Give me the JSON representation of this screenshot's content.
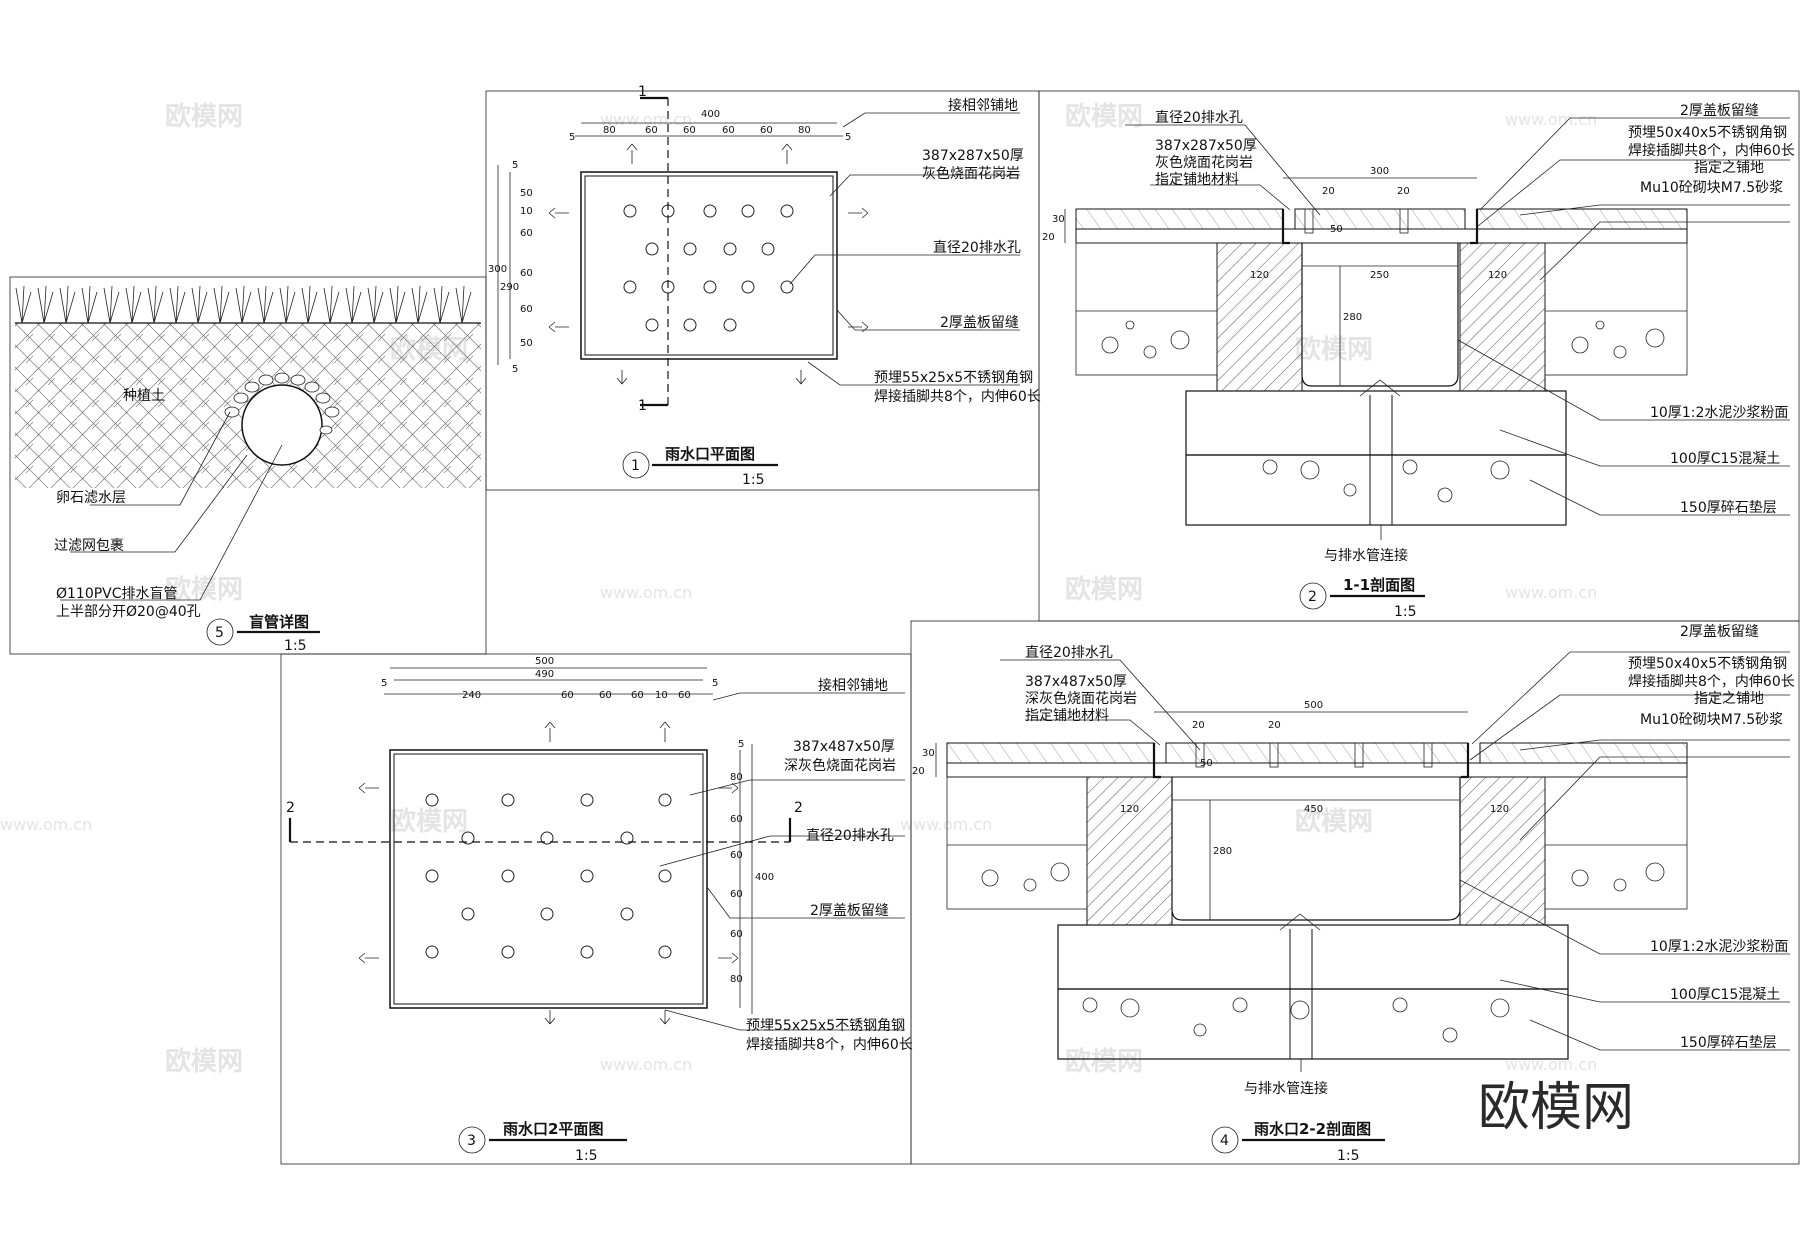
{
  "watermark": {
    "brand": "欧模网",
    "site": "www.om.cn",
    "corner": "欧模网"
  },
  "detail1": {
    "number": "1",
    "title": "雨水口平面图",
    "scale": "1:5",
    "section_mark": "1",
    "dims_top": [
      "400",
      "5",
      "80",
      "60",
      "60",
      "60",
      "60",
      "80",
      "5"
    ],
    "dims_left": [
      "5",
      "50",
      "10",
      "60",
      "60",
      "60",
      "50",
      "5",
      "300",
      "290"
    ],
    "labels": [
      "接相邻铺地",
      "387x287x50厚",
      "灰色烧面花岗岩",
      "直径20排水孔",
      "2厚盖板留缝",
      "预埋55x25x5不锈钢角钢",
      "焊接插脚共8个，内伸60长"
    ]
  },
  "detail2": {
    "number": "2",
    "title": "1-1剖面图",
    "scale": "1:5",
    "dims": [
      "300",
      "20",
      "20",
      "50",
      "20",
      "30",
      "120",
      "250",
      "120",
      "280"
    ],
    "labels_left": [
      "直径20排水孔",
      "387x287x50厚",
      "灰色烧面花岗岩",
      "指定铺地材料"
    ],
    "labels_right": [
      "2厚盖板留缝",
      "预埋50x40x5不锈钢角钢",
      "焊接插脚共8个，内伸60长",
      "指定之铺地",
      "Mu10砼砌块M7.5砂浆",
      "10厚1:2水泥沙浆粉面",
      "100厚C15混凝土",
      "150厚碎石垫层"
    ],
    "bottom": "与排水管连接"
  },
  "detail3": {
    "number": "3",
    "title": "雨水口2平面图",
    "scale": "1:5",
    "section_mark": "2",
    "dims_top": [
      "500",
      "490",
      "5",
      "240",
      "60",
      "60",
      "60",
      "10",
      "60",
      "5"
    ],
    "dims_right": [
      "5",
      "80",
      "60",
      "60",
      "60",
      "60",
      "80",
      "400"
    ],
    "labels": [
      "接相邻铺地",
      "387x487x50厚",
      "深灰色烧面花岗岩",
      "直径20排水孔",
      "2厚盖板留缝",
      "预埋55x25x5不锈钢角钢",
      "焊接插脚共8个，内伸60长"
    ]
  },
  "detail4": {
    "number": "4",
    "title": "雨水口2-2剖面图",
    "scale": "1:5",
    "dims": [
      "500",
      "20",
      "20",
      "50",
      "20",
      "30",
      "120",
      "450",
      "120",
      "280"
    ],
    "labels_left": [
      "直径20排水孔",
      "387x487x50厚",
      "深灰色烧面花岗岩",
      "指定铺地材料"
    ],
    "labels_right": [
      "2厚盖板留缝",
      "预埋50x40x5不锈钢角钢",
      "焊接插脚共8个，内伸60长",
      "指定之铺地",
      "Mu10砼砌块M7.5砂浆",
      "10厚1:2水泥沙浆粉面",
      "100厚C15混凝土",
      "150厚碎石垫层"
    ],
    "bottom": "与排水管连接"
  },
  "detail5": {
    "number": "5",
    "title": "盲管详图",
    "scale": "1:5",
    "labels": [
      "种植土",
      "卵石滤水层",
      "过滤网包裹",
      "Ø110PVC排水盲管",
      "上半部分开Ø20@40孔"
    ]
  }
}
